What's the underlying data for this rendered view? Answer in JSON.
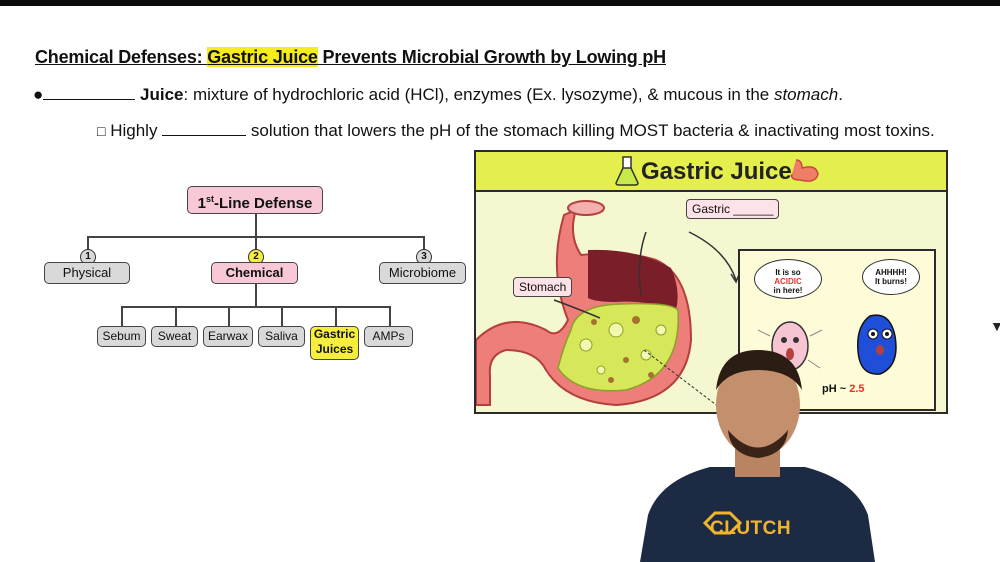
{
  "title": {
    "prefix": "Chemical Defenses: ",
    "highlight": "Gastric Juice",
    "suffix": " Prevents Microbial Growth by Lowing pH"
  },
  "bullet": {
    "marker": "●",
    "blank_word": "Juice",
    "text": ": mixture of hydrochloric acid (HCl), enzymes (Ex. lysozyme), & mucous in the ",
    "italic": "stomach",
    "end": "."
  },
  "sub_bullet": {
    "marker": "□",
    "before": "Highly ",
    "after": " solution that lowers the pH of the stomach killing MOST bacteria & inactivating most toxins."
  },
  "tree": {
    "root": "1st-Line Defense",
    "root_main": "1",
    "root_sup": "st",
    "root_rest": "-Line Defense",
    "branches": [
      {
        "num": "1",
        "label": "Physical"
      },
      {
        "num": "2",
        "label": "Chemical"
      },
      {
        "num": "3",
        "label": "Microbiome"
      }
    ],
    "leaves": [
      "Sebum",
      "Sweat",
      "Earwax",
      "Saliva",
      "Gastric Juices",
      "AMPs"
    ],
    "leaf_gastric_1": "Gastric",
    "leaf_gastric_2": "Juices"
  },
  "panel": {
    "title": "Gastric Juice",
    "gastric_label": "Gastric ______",
    "stomach_label": "Stomach",
    "speech_left_1": "It is so",
    "speech_left_acid": "ACIDIC",
    "speech_left_2": "in here!",
    "speech_right_1": "AHHHH!",
    "speech_right_2": "It burns!",
    "ph_prefix": "pH ~ ",
    "ph_value": "2.5"
  },
  "brand": "CLUTCH",
  "colors": {
    "highlight": "#f6ec1b",
    "pink": "#f8c8d6",
    "panel_bg": "#f4f7cf",
    "panel_head": "#e4ee4d",
    "acid_red": "#e8332a",
    "brand": "#f0b52c"
  }
}
